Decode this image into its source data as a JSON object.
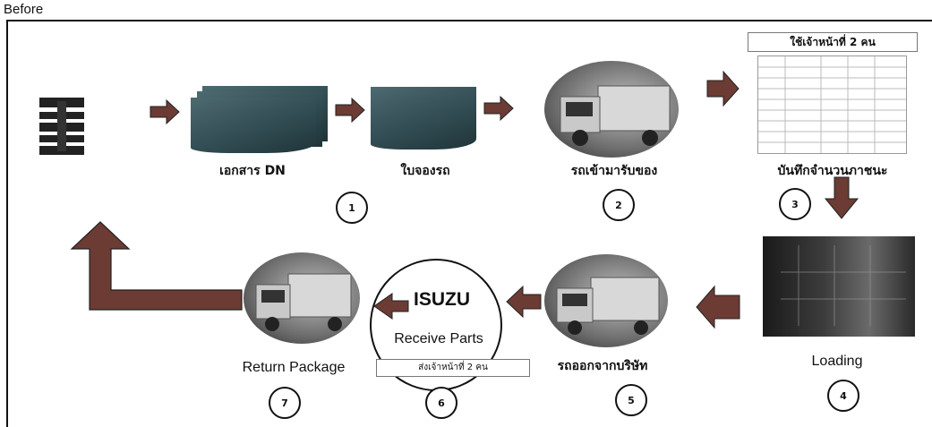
{
  "title": "Before",
  "colors": {
    "arrow": "#6b3b34",
    "doc": "#3e5b61",
    "ink": "#111111"
  },
  "steps": {
    "dn": "เอกสาร DN",
    "booking": "ใบจองรถ",
    "truck_in": "รถเข้ามารับของ",
    "record": "บันทึกจำนวนภาชนะ",
    "loading": "Loading",
    "truck_out": "รถออกจากบริษัท",
    "return": "Return Package"
  },
  "notes": {
    "staff_top": "ใช้เจ้าหน้าที่  2 คน",
    "staff_bottom": "ส่งเจ้าหน้าที่ 2 คน"
  },
  "isuzu": {
    "brand": "ISUZU",
    "sub": "Receive Parts"
  },
  "numbers": [
    "1",
    "2",
    "3",
    "4",
    "5",
    "6",
    "7"
  ],
  "icons": [
    "company-logo-icon",
    "document-stack-icon",
    "document-icon",
    "truck-icon",
    "spreadsheet-icon",
    "warehouse-photo-icon"
  ]
}
